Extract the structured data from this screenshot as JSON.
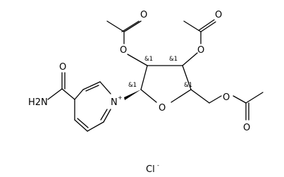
{
  "atoms": {
    "o_carbonyl_c2": "O",
    "o_ester_c2": "O",
    "o_carbonyl_c3": "O",
    "o_ester_c3": "O",
    "o_ring": "O",
    "o_ester_c5": "O",
    "o_carbonyl_c5": "O",
    "o_amide": "O",
    "n_amide": "H2N",
    "n_pyridinium": "N",
    "n_charge": "+",
    "chloride": "Cl",
    "chloride_charge": "-"
  },
  "stereo_labels": {
    "c2_prime": "&1",
    "c3_prime": "&1",
    "c1_prime": "&1",
    "c4_prime": "&1"
  }
}
